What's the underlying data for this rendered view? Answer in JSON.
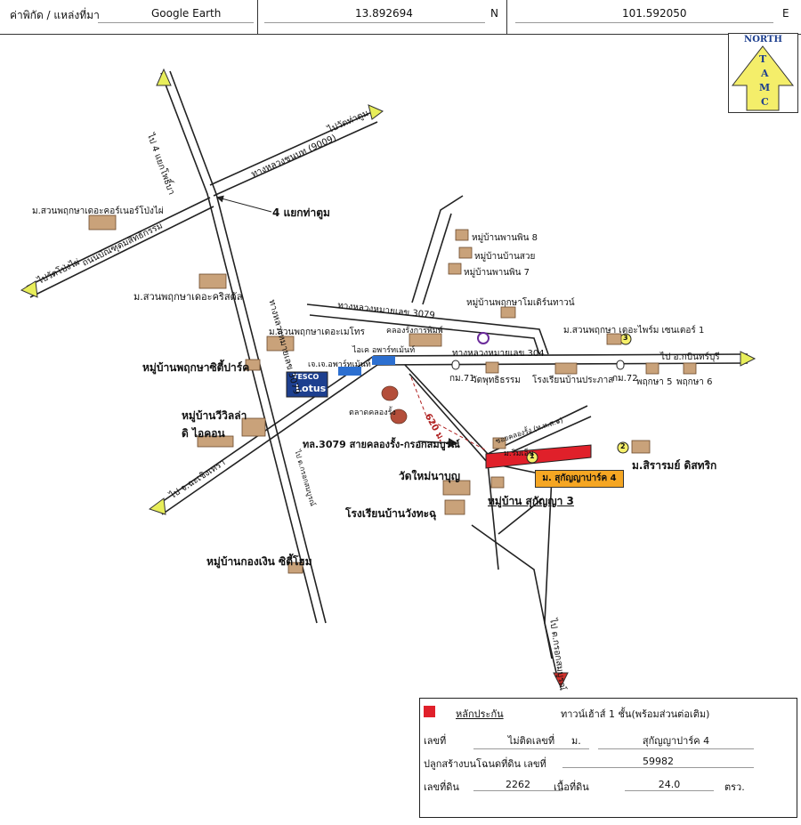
{
  "header": {
    "coord_label": "ค่าพิกัด / แหล่งที่มา",
    "source": "Google Earth",
    "lat": "13.892694",
    "lat_dir": "N",
    "lon": "101.592050",
    "lon_dir": "E"
  },
  "north": {
    "top": "NORTH",
    "letters": [
      "T",
      "A",
      "M",
      "C"
    ]
  },
  "labels": {
    "junction": "4 แยกท่าตูม",
    "road_3079": "ทางหลวงหมายเลข 3079",
    "road_304": "ทางหลวงหมายเลข 304",
    "road_9009": "ทางหลวงชนบท (9009)",
    "to_tatum": "ไปวัดท่าตูม",
    "to_4yaek": "ไป 4 แยกโพธิ์บา",
    "to_watpong": "ไปวัดโป่งไผ่",
    "road_ubon": "ถนนบัณฑุดมสิทธิกรรม",
    "suan_korner": "ม.สวนพฤกษาเดอะคอร์เนอร์โป่งไผ่",
    "suan_kristal": "ม.สวนพฤกษาเดอะคริสตัล",
    "suan_metro": "ม.สวนพฤกษาเดอะเมโทร",
    "city_park": "หมู่บ้านพฤกษาซิตี้ปาร์ค",
    "tesco1": "TESCO",
    "tesco2": "Lotus",
    "villa": "หมู่บ้านวีวิลล่า",
    "iconic": "ดิ ไอคอน",
    "to_chachoengsao": "ไป จ.ฉะเชิงเทรา",
    "to_kabin": "ไป อ.กบินทร์บุรี",
    "kongthong": "หมู่บ้านกองเงิน ซิตี้โฮม",
    "village8": "หมู่บ้านพานพิน 8",
    "village_suan": "หมู่บ้านบ้านสวย",
    "village7": "หมู่บ้านพานพิน 7",
    "pruksa_plus": "หมู่บ้านพฤกษาโมเดิร์นทาวน์",
    "suan_prime": "ม.สวนพฤกษา เดอะไพร์ม เซนเตอร์ 1",
    "khlong_rong_kan": "คลองรั้งการพิมพ์",
    "ithai": "ไอเค อพาร์ทเม้นท์",
    "jj_apartment": "เจ.เจ.อพาร์ทเม้นท์",
    "km71": "กม.71",
    "wat_phutthatham": "วัดพุทธิธรรม",
    "school_prachasan": "โรงเรียนบ้านประภาส",
    "km72": "กม.72",
    "pruksa5": "พฤกษา 5",
    "pruksa6": "พฤกษา 6",
    "market": "ตลาดคลองรั้ง",
    "dist": "620 ม.",
    "road_3079_sub": "ทล.3079 สายคลองรั้ง-กรอกสมบูรณ์",
    "soi": "ซอยคลองรั้ง (ท.ท.ส.๑)",
    "mrimen": "ม.ริมเอ็น",
    "sirarom": "ม.สิรารมย์ ดิสทริก",
    "site": "ม. สุกัญญาปาร์ค 4",
    "wat_mai": "วัดใหม่นาบุญ",
    "sukanya3": "หมู่บ้าน สุกัญญา 3",
    "school_wang": "โรงเรียนบ้านวังทะฉุ",
    "to_kokprasit": "ไป ต.กรอกสมบูรณ์",
    "num1": "1",
    "num2": "2",
    "num3": "3"
  },
  "legend": {
    "title": "หลักประกัน",
    "type": "ทาวน์เฮ้าส์ 1 ชั้น(พร้อมส่วนต่อเติม)",
    "no_label": "เลขที่",
    "no_value": "ไม่ติดเลขที่",
    "moo_label": "ม.",
    "moo_value": "สุกัญญาปาร์ค 4",
    "deed_label": "ปลูกสร้างบนโฉนดที่ดิน เลขที่",
    "deed_value": "59982",
    "land_label": "เลขที่ดิน",
    "land_value": "2262",
    "area_label": "เนื้อที่ดิน",
    "area_value": "24.0",
    "area_unit": "ตรว."
  },
  "colors": {
    "road": "#222222",
    "arrow": "#e8ee5a",
    "site": "#e0202a",
    "site_label": "#f5a623",
    "north_arrow": "#f4ee6a",
    "blue": "#1d3f8f"
  }
}
